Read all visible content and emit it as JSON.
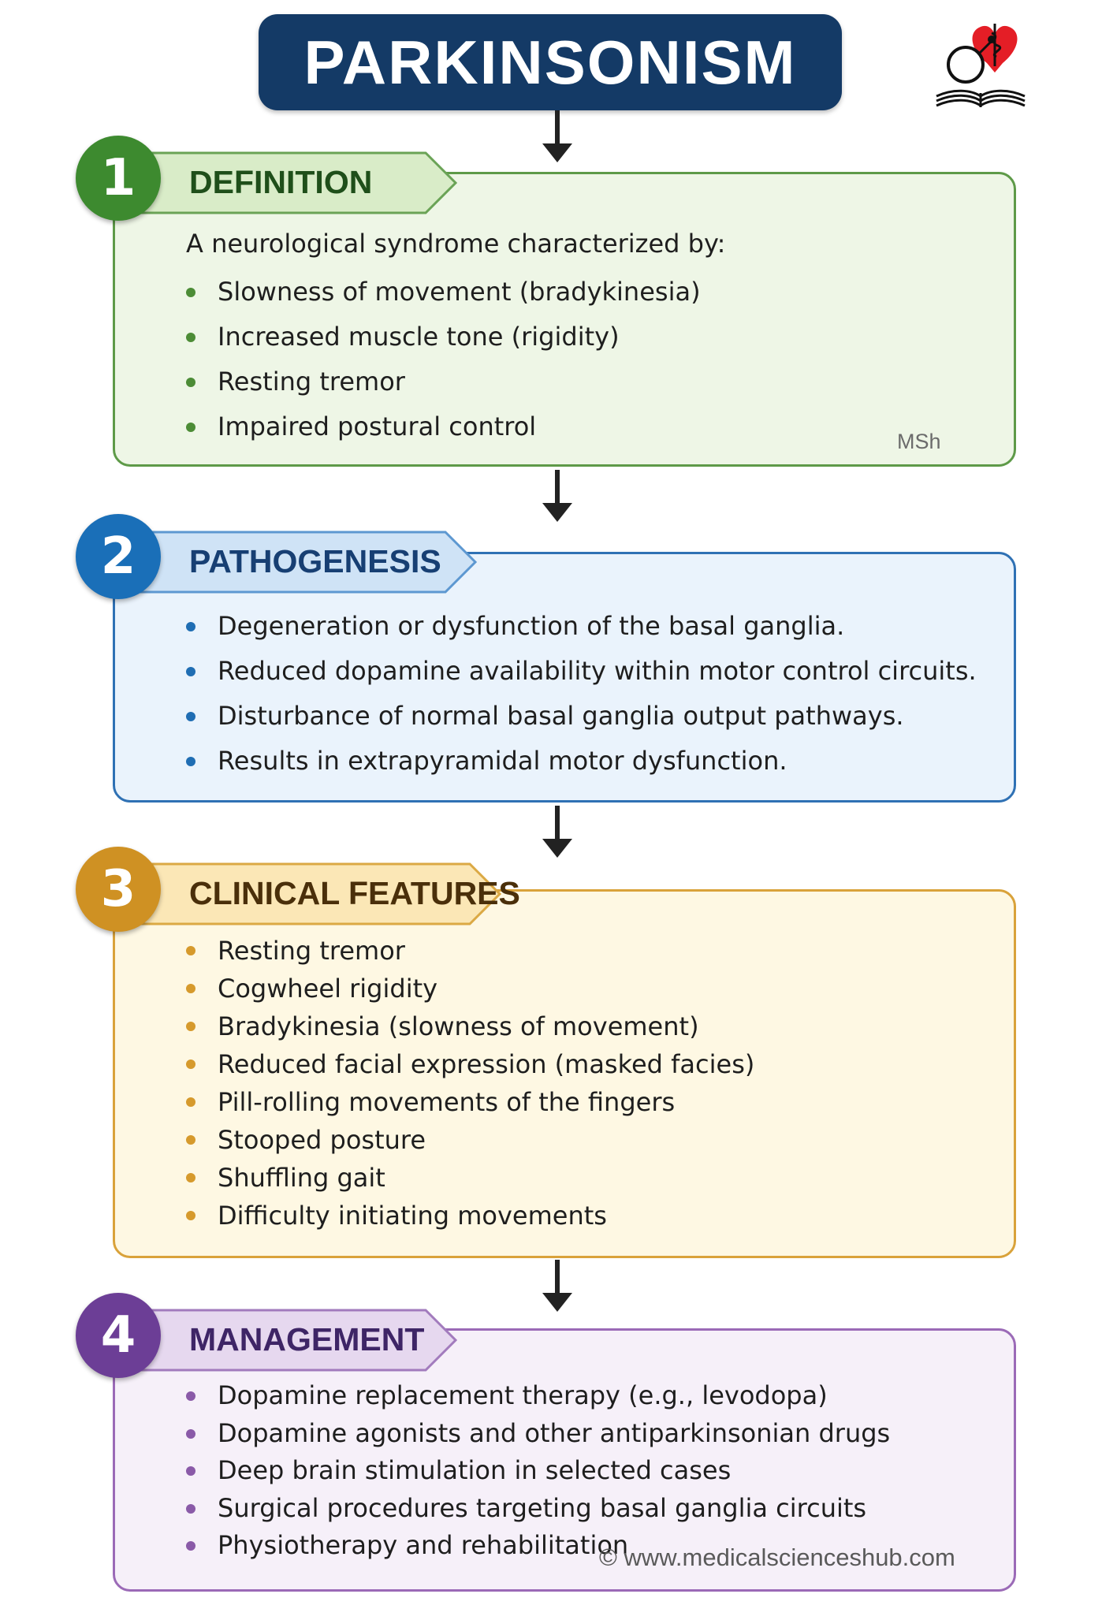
{
  "title": "PARKINSONISM",
  "sections": [
    {
      "number": "1",
      "heading": "DEFINITION",
      "intro": "A neurological syndrome characterized by:",
      "items": [
        "Slowness of movement (bradykinesia)",
        "Increased muscle tone (rigidity)",
        "Resting tremor",
        "Impaired postural control"
      ],
      "accent": "#3d8a2f",
      "tab_fill": "#d9ecc8",
      "heading_color": "#1f4f1a"
    },
    {
      "number": "2",
      "heading": "PATHOGENESIS",
      "items": [
        "Degeneration or dysfunction of the basal ganglia.",
        "Reduced dopamine availability within motor control circuits.",
        "Disturbance of normal basal ganglia output pathways.",
        "Results in extrapyramidal motor dysfunction."
      ],
      "accent": "#1a6fb8",
      "tab_fill": "#cfe3f6",
      "heading_color": "#173f73"
    },
    {
      "number": "3",
      "heading": "CLINICAL FEATURES",
      "items": [
        "Resting tremor",
        "Cogwheel rigidity",
        "Bradykinesia (slowness of movement)",
        "Reduced facial expression (masked facies)",
        "Pill-rolling movements of the fingers",
        "Stooped posture",
        "Shuffling gait",
        "Difficulty initiating movements"
      ],
      "accent": "#cf9123",
      "tab_fill": "#fbe7b6",
      "heading_color": "#4a2f0a"
    },
    {
      "number": "4",
      "heading": "MANAGEMENT",
      "items": [
        "Dopamine replacement therapy (e.g., levodopa)",
        "Dopamine agonists and other antiparkinsonian drugs",
        "Deep brain stimulation in selected cases",
        "Surgical procedures targeting basal ganglia circuits",
        "Physiotherapy and rehabilitation"
      ],
      "accent": "#6c3e96",
      "tab_fill": "#e6d8ef",
      "heading_color": "#3e2566"
    }
  ],
  "watermark": "MSh",
  "credit": "© www.medicalscienceshub.com",
  "logo_icon": "heart-stethoscope-book-logo-icon"
}
